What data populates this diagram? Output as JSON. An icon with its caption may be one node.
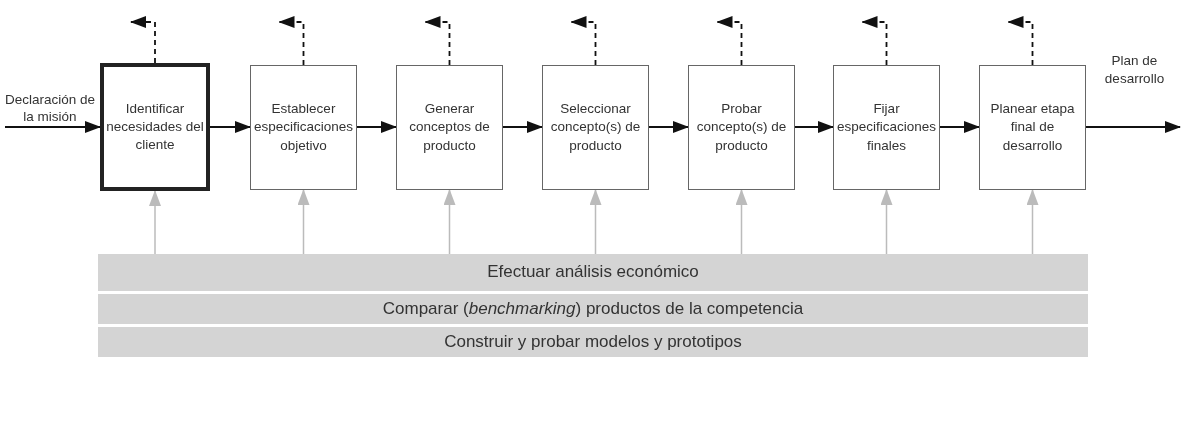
{
  "diagram": {
    "nodes": [
      {
        "text": [
          "Declaración de la misión"
        ]
      },
      {
        "text": [
          "Identificar necesidades del cliente"
        ]
      },
      {
        "text": [
          "Establecer especificaciones objetivo"
        ]
      },
      {
        "text": [
          "Generar conceptos de producto"
        ]
      },
      {
        "text": [
          "Seleccionar concepto(s) de producto"
        ]
      },
      {
        "text": [
          "Probar concepto(s) de producto"
        ]
      },
      {
        "text": [
          "Fijar especificaciones finales"
        ]
      },
      {
        "text": [
          "Planear etapa final de desarrollo"
        ]
      },
      {
        "text": [
          "Plan de desarrollo"
        ]
      },
      {
        "text": [
          "Efectuar análisis económico"
        ]
      },
      {
        "text": [
          "Comparar (*benchmarking*) productos de la competencia"
        ]
      },
      {
        "text": [
          "Construir y probar modelos y prototipos"
        ]
      }
    ],
    "edges": [
      {
        "from": 0,
        "to": 1,
        "arrow": "to"
      },
      {
        "from": 1,
        "to": 2,
        "arrow": "to"
      },
      {
        "from": 2,
        "to": 3,
        "arrow": "to"
      },
      {
        "from": 3,
        "to": 4,
        "arrow": "to"
      },
      {
        "from": 4,
        "to": 5,
        "arrow": "to"
      },
      {
        "from": 5,
        "to": 6,
        "arrow": "to"
      },
      {
        "from": 6,
        "to": 7,
        "arrow": "to"
      },
      {
        "from": 7,
        "to": 8,
        "arrow": "to"
      },
      {
        "from": 1,
        "to": null,
        "arrow": "to",
        "style": "dashed"
      },
      {
        "from": 2,
        "to": null,
        "arrow": "to",
        "style": "dashed"
      },
      {
        "from": 3,
        "to": null,
        "arrow": "to",
        "style": "dashed"
      },
      {
        "from": 4,
        "to": null,
        "arrow": "to",
        "style": "dashed"
      },
      {
        "from": 5,
        "to": null,
        "arrow": "to",
        "style": "dashed"
      },
      {
        "from": 6,
        "to": null,
        "arrow": "to",
        "style": "dashed"
      },
      {
        "from": 7,
        "to": null,
        "arrow": "to",
        "style": "dashed"
      },
      {
        "from": 9,
        "to": 1,
        "arrow": "to",
        "color": "#bbbbbb"
      },
      {
        "from": 9,
        "to": 2,
        "arrow": "to",
        "color": "#bbbbbb"
      },
      {
        "from": 9,
        "to": 3,
        "arrow": "to",
        "color": "#bbbbbb"
      },
      {
        "from": 9,
        "to": 4,
        "arrow": "to",
        "color": "#bbbbbb"
      },
      {
        "from": 9,
        "to": 5,
        "arrow": "to",
        "color": "#bbbbbb"
      },
      {
        "from": 9,
        "to": 6,
        "arrow": "to",
        "color": "#bbbbbb"
      },
      {
        "from": 9,
        "to": 7,
        "arrow": "to",
        "color": "#bbbbbb"
      }
    ]
  }
}
